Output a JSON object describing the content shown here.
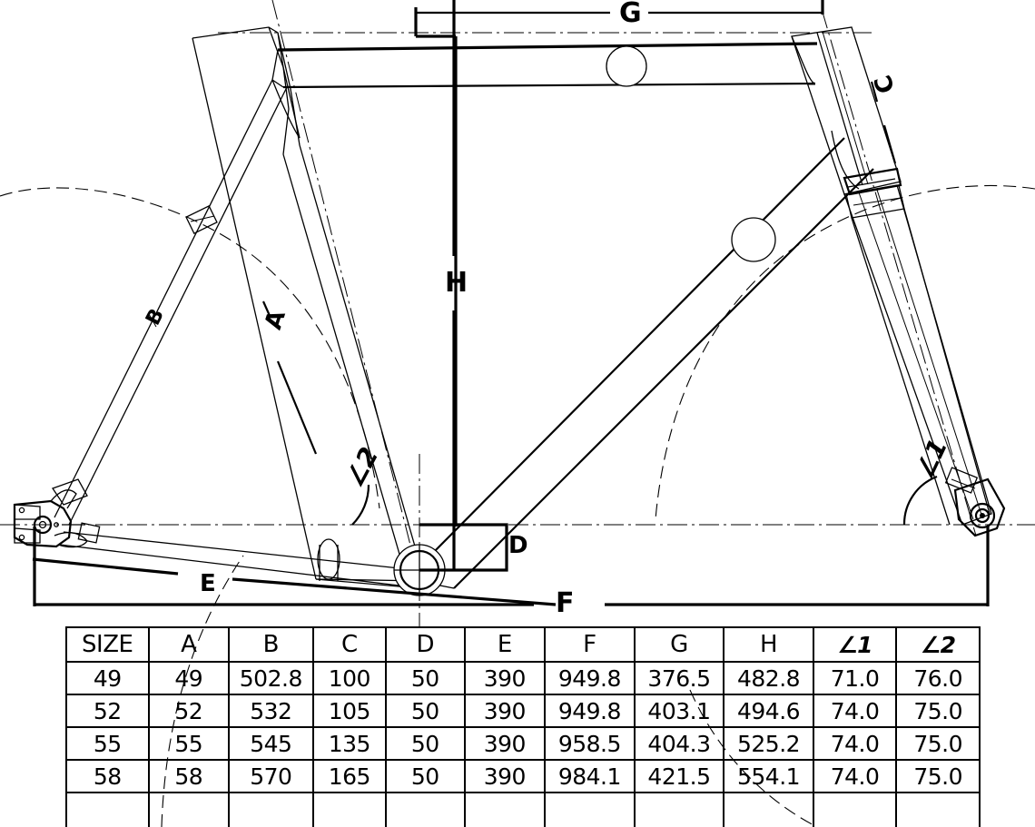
{
  "drawing": {
    "title": "Bicycle frame geometry technical drawing",
    "labels": {
      "A": "A",
      "B": "B",
      "C": "C",
      "D": "D",
      "E": "E",
      "F": "F",
      "G": "G",
      "H": "H",
      "angle1": "∠1",
      "angle2": "∠2"
    },
    "line_color": "#000000",
    "background_color": "#ffffff"
  },
  "table": {
    "headers": [
      "SIZE",
      "A",
      "B",
      "C",
      "D",
      "E",
      "F",
      "G",
      "H",
      "∠1",
      "∠2"
    ],
    "rows": [
      [
        "49",
        "49",
        "502.8",
        "100",
        "50",
        "390",
        "949.8",
        "376.5",
        "482.8",
        "71.0",
        "76.0"
      ],
      [
        "52",
        "52",
        "532",
        "105",
        "50",
        "390",
        "949.8",
        "403.1",
        "494.6",
        "74.0",
        "75.0"
      ],
      [
        "55",
        "55",
        "545",
        "135",
        "50",
        "390",
        "958.5",
        "404.3",
        "525.2",
        "74.0",
        "75.0"
      ],
      [
        "58",
        "58",
        "570",
        "165",
        "50",
        "390",
        "984.1",
        "421.5",
        "554.1",
        "74.0",
        "75.0"
      ],
      [
        "",
        "",
        "",
        "",
        "",
        "",
        "",
        "",
        "",
        "",
        ""
      ]
    ]
  },
  "chart_data": {
    "type": "table",
    "title": "Frame geometry dimensions",
    "categories": [
      "49",
      "52",
      "55",
      "58"
    ],
    "columns": [
      "SIZE",
      "A",
      "B",
      "C",
      "D",
      "E",
      "F",
      "G",
      "H",
      "∠1",
      "∠2"
    ],
    "series": [
      {
        "name": "A",
        "values": [
          49,
          52,
          55,
          58
        ]
      },
      {
        "name": "B",
        "values": [
          502.8,
          532,
          545,
          570
        ]
      },
      {
        "name": "C",
        "values": [
          100,
          105,
          135,
          165
        ]
      },
      {
        "name": "D",
        "values": [
          50,
          50,
          50,
          50
        ]
      },
      {
        "name": "E",
        "values": [
          390,
          390,
          390,
          390
        ]
      },
      {
        "name": "F",
        "values": [
          949.8,
          949.8,
          958.5,
          984.1
        ]
      },
      {
        "name": "G",
        "values": [
          376.5,
          403.1,
          404.3,
          421.5
        ]
      },
      {
        "name": "H",
        "values": [
          482.8,
          494.6,
          525.2,
          554.1
        ]
      },
      {
        "name": "∠1",
        "values": [
          71.0,
          74.0,
          74.0,
          74.0
        ]
      },
      {
        "name": "∠2",
        "values": [
          76.0,
          75.0,
          75.0,
          75.0
        ]
      }
    ],
    "xlabel": "SIZE",
    "ylabel": "",
    "grid": true,
    "legend": "none"
  }
}
